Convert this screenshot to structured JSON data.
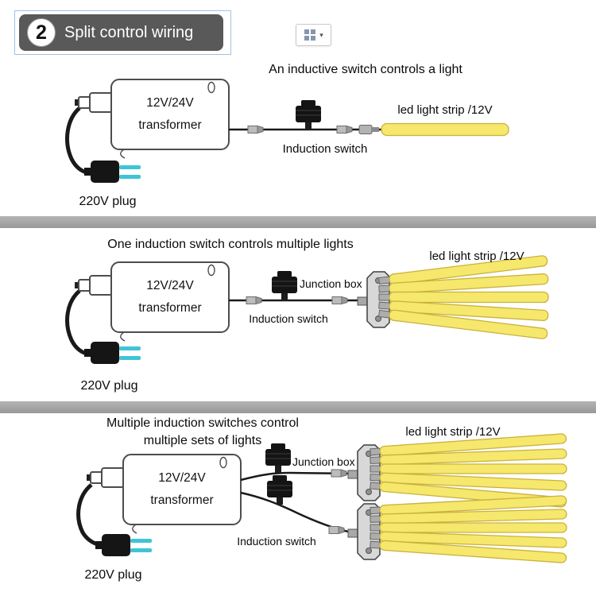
{
  "header": {
    "step_number": "2",
    "title": "Split control wiring",
    "toolbar": {
      "icon": "table-grid-icon",
      "caret": "▾"
    }
  },
  "colors": {
    "badge_bg": "#595959",
    "selection_border": "#9dc3e6",
    "divider": "#a3a3a3",
    "strip_fill": "#f6e76d",
    "strip_border": "#c9b23c",
    "plug_prong": "#3fc4d6",
    "wire": "#1a1a1a"
  },
  "sections": [
    {
      "title": "An inductive switch controls a light",
      "transformer_line1": "12V/24V",
      "transformer_line2": "transformer",
      "plug_label": "220V plug",
      "switch_label": "Induction switch",
      "strip_label": "led light strip /12V",
      "strip_count": 1
    },
    {
      "title": "One induction switch controls multiple lights",
      "transformer_line1": "12V/24V",
      "transformer_line2": "transformer",
      "plug_label": "220V plug",
      "switch_label": "Induction switch",
      "junction_label": "Junction box",
      "strip_label": "led light strip /12V",
      "strip_count": 5
    },
    {
      "title_line1": "Multiple induction switches control",
      "title_line2": "multiple sets of lights",
      "transformer_line1": "12V/24V",
      "transformer_line2": "transformer",
      "plug_label": "220V plug",
      "switch_label": "Induction switch",
      "junction_label": "Junction box",
      "strip_label": "led light strip /12V",
      "strip_count": 10
    }
  ]
}
